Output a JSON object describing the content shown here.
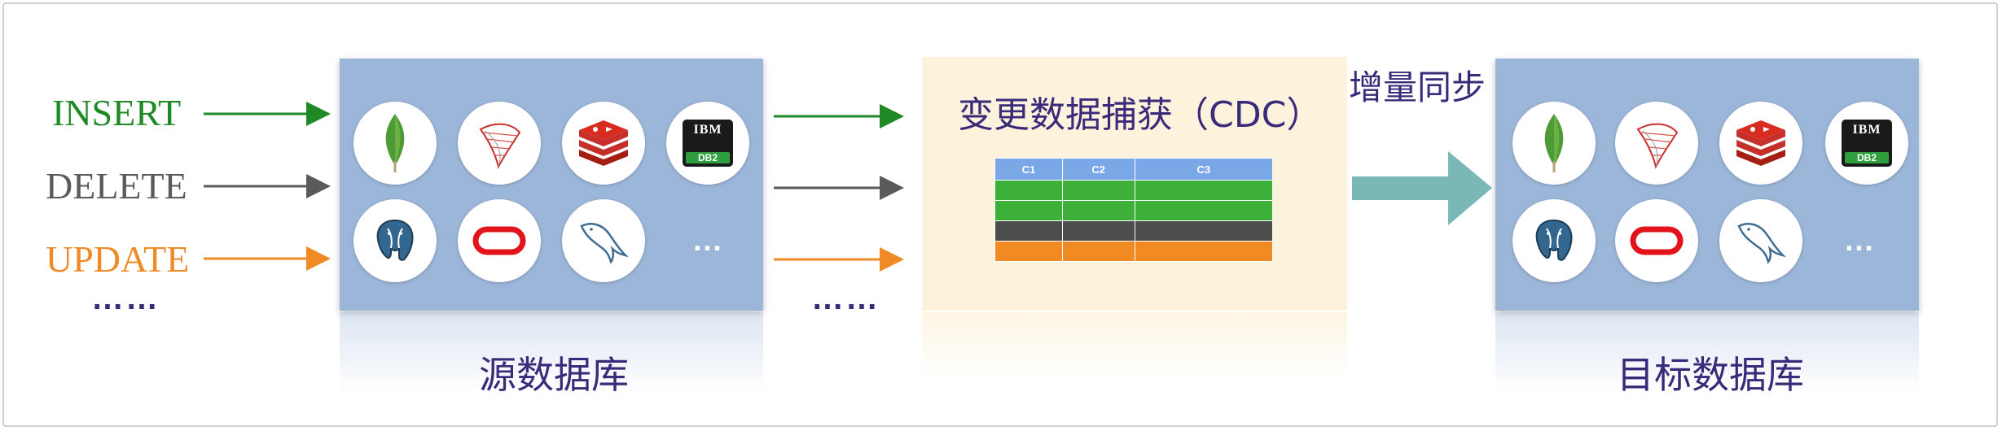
{
  "operations": [
    {
      "label": "INSERT",
      "color": "#1f8a25"
    },
    {
      "label": "DELETE",
      "color": "#5a5a5a"
    },
    {
      "label": "UPDATE",
      "color": "#f08a24"
    }
  ],
  "ellipsis_left": "……",
  "ellipsis_middle": "……",
  "source": {
    "caption": "源数据库",
    "icons": [
      "mongodb-icon",
      "sqlserver-icon",
      "redis-icon",
      "ibm-db2-icon",
      "postgresql-icon",
      "oracle-icon",
      "mysql-icon",
      "more-icon"
    ],
    "more_label": "…",
    "ibm_label": "IBM",
    "db2_label": "DB2"
  },
  "cdc": {
    "title": "变更数据捕获（CDC）",
    "columns": [
      "C1",
      "C2",
      "C3"
    ],
    "row_colors": [
      "#3db03a",
      "#3db03a",
      "#4d4d4d",
      "#f28a24"
    ]
  },
  "sync_label": "增量同步",
  "target": {
    "caption": "目标数据库",
    "icons": [
      "mongodb-icon",
      "sqlserver-icon",
      "redis-icon",
      "ibm-db2-icon",
      "postgresql-icon",
      "oracle-icon",
      "mysql-icon",
      "more-icon"
    ],
    "more_label": "…",
    "ibm_label": "IBM",
    "db2_label": "DB2"
  },
  "colors": {
    "panel": "#9cb6da",
    "arrow_green": "#1f8a25",
    "arrow_gray": "#5a5a5a",
    "arrow_orange": "#f08a24",
    "sync_arrow": "#7ab8b8",
    "text_purple": "#3a2a7a"
  }
}
